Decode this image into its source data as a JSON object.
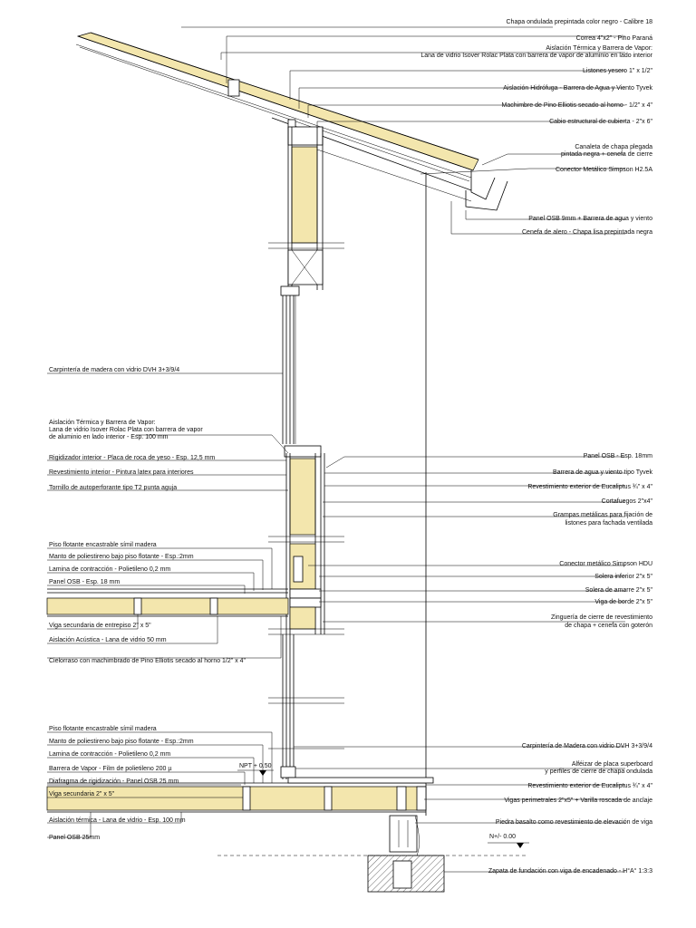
{
  "right_labels": [
    {
      "id": "chapa-ondulada",
      "text": "Chapa ondulada prepintada color negro - Calibre 18"
    },
    {
      "id": "correa",
      "text": "Correa 4\"x2\" - Pino Paraná"
    },
    {
      "id": "aislacion-termica-roof-1",
      "text": "Aislación Térmica y Barrera de Vapor:"
    },
    {
      "id": "aislacion-termica-roof-2",
      "text": "Lana de vidrio Isover Rolac Plata con barrera de vapor de aluminio en lado interior"
    },
    {
      "id": "listones",
      "text": "Listones yesero 1\" x 1/2\""
    },
    {
      "id": "aislacion-hidrofuga",
      "text": "Aislación Hidrófuga - Barrera de Agua y Viento Tyvek"
    },
    {
      "id": "machimbre",
      "text": "Machimbre de Pino Elliotis secado al horno - 1/2\" x 4\""
    },
    {
      "id": "cabio",
      "text": "Cabio estructural de cubierta - 2\"x 6\""
    },
    {
      "id": "canaleta-1",
      "text": "Canaleta de chapa plegada"
    },
    {
      "id": "canaleta-2",
      "text": "pintada negra + cenefa de cierre"
    },
    {
      "id": "conector-h25a",
      "text": "Conector Metálico Simpson H2.5A"
    },
    {
      "id": "panel-osb-9",
      "text": "Panel OSB 9mm + Barrera de agua y viento"
    },
    {
      "id": "cenefa-alero",
      "text": "Cenefa de alero - Chapa lisa prepintada negra"
    },
    {
      "id": "panel-osb-18-wall",
      "text": "Panel OSB - Esp. 18mm"
    },
    {
      "id": "barrera-tyvek",
      "text": "Barrera de agua y viento tipo Tyvek"
    },
    {
      "id": "revestimiento-eucaliptus-1",
      "text": "Revestimiento exterior de Eucaliptus ¾\" x 4\""
    },
    {
      "id": "cortafuegos",
      "text": "Cortafuegos 2\"x4\""
    },
    {
      "id": "grampas-1",
      "text": "Grampas metálicas para fijación de"
    },
    {
      "id": "grampas-2",
      "text": "listones para fachada ventilada"
    },
    {
      "id": "conector-hdu",
      "text": "Conector metálico Simpson HDU"
    },
    {
      "id": "solera-inferior",
      "text": "Solera inferior 2\"x 5\""
    },
    {
      "id": "solera-amarre",
      "text": "Solera de amarre 2\"x 5\""
    },
    {
      "id": "viga-borde",
      "text": "Viga de borde 2\"x 5\""
    },
    {
      "id": "zinguerla-1",
      "text": "Zinguería de cierre de revestimiento"
    },
    {
      "id": "zinguerla-2",
      "text": "de chapa + cenefa con goterón"
    },
    {
      "id": "carpinteria-madera",
      "text": "Carpintería de Madera con vidrio DVH 3+3/9/4"
    },
    {
      "id": "alfeizar-1",
      "text": "Alféizar de placa superboard"
    },
    {
      "id": "alfeizar-2",
      "text": "y perfiles de cierre de chapa ondulada"
    },
    {
      "id": "revestimiento-eucaliptus-2",
      "text": "Revestimiento exterior de Eucaliptus ¾\" x 4\""
    },
    {
      "id": "vigas-perimetrales",
      "text": "Vigas perimetrales 2\"x5\" + Varilla roscada de anclaje"
    },
    {
      "id": "piedra-basalto",
      "text": "Piedra basalto como revestimiento de elevación de viga"
    },
    {
      "id": "zapata",
      "text": "Zapata de fundación con viga de encadenado - H°A° 1:3:3"
    }
  ],
  "left_labels": [
    {
      "id": "carpinteria-dvh",
      "text": "Carpintería de madera con vidrio DVH 3+3/9/4"
    },
    {
      "id": "aislacion-wall-1",
      "text": "Aislación Térmica y Barrera de Vapor:"
    },
    {
      "id": "aislacion-wall-2",
      "text": "Lana de vidrio Isover Rolac Plata con barrera de vapor"
    },
    {
      "id": "aislacion-wall-3",
      "text": "de aluminio en lado interior - Esp. 100 mm"
    },
    {
      "id": "rigidizador",
      "text": "Rigidizador interior - Placa de roca de yeso - Esp. 12,5 mm"
    },
    {
      "id": "revestimiento-interior",
      "text": "Revestimiento interior - Pintura latex para interiores"
    },
    {
      "id": "tornillo",
      "text": "Tornillo de autoperforante tipo T2 punta aguja"
    },
    {
      "id": "piso-flotante-1",
      "text": "Piso flotante encastrable símil madera"
    },
    {
      "id": "manto-1",
      "text": "Manto de poliestireno bajo piso flotante - Esp.:2mm"
    },
    {
      "id": "lamina-1",
      "text": "Lamina de contracción - Polietileno 0,2 mm"
    },
    {
      "id": "panel-osb-18-floor",
      "text": "Panel OSB - Esp. 18 mm"
    },
    {
      "id": "viga-secundaria-entrepiso",
      "text": "Viga secundaria de entrepiso 2\" x 5\""
    },
    {
      "id": "aislacion-acustica",
      "text": "Aislación Acústica - Lana de vidrio 50 mm"
    },
    {
      "id": "cielorraso",
      "text": "Cielorraso con machimbrado de Pino Elliotis secado al horno 1/2\" x 4\""
    },
    {
      "id": "piso-flotante-2",
      "text": "Piso flotante encastrable símil madera"
    },
    {
      "id": "manto-2",
      "text": "Manto de poliestireno bajo piso flotante - Esp.:2mm"
    },
    {
      "id": "lamina-2",
      "text": "Lamina de contracción - Polietileno 0,2 mm"
    },
    {
      "id": "barrera-vapor",
      "text": "Barrera de Vapor - Film de polietileno 200 µ"
    },
    {
      "id": "diafragma",
      "text": "Diafragma de rigidización - Panel OSB 25 mm"
    },
    {
      "id": "viga-secundaria",
      "text": "Viga secundaria 2\" x 5\""
    },
    {
      "id": "aislacion-termica-floor",
      "text": "Aislación térmica - Lana de vidrio - Esp. 100 mm"
    },
    {
      "id": "panel-osb-25",
      "text": "Panel OSB 25mm"
    }
  ],
  "levels": {
    "npt": "NPT + 0.50",
    "nt": "N+/- 0.00"
  }
}
